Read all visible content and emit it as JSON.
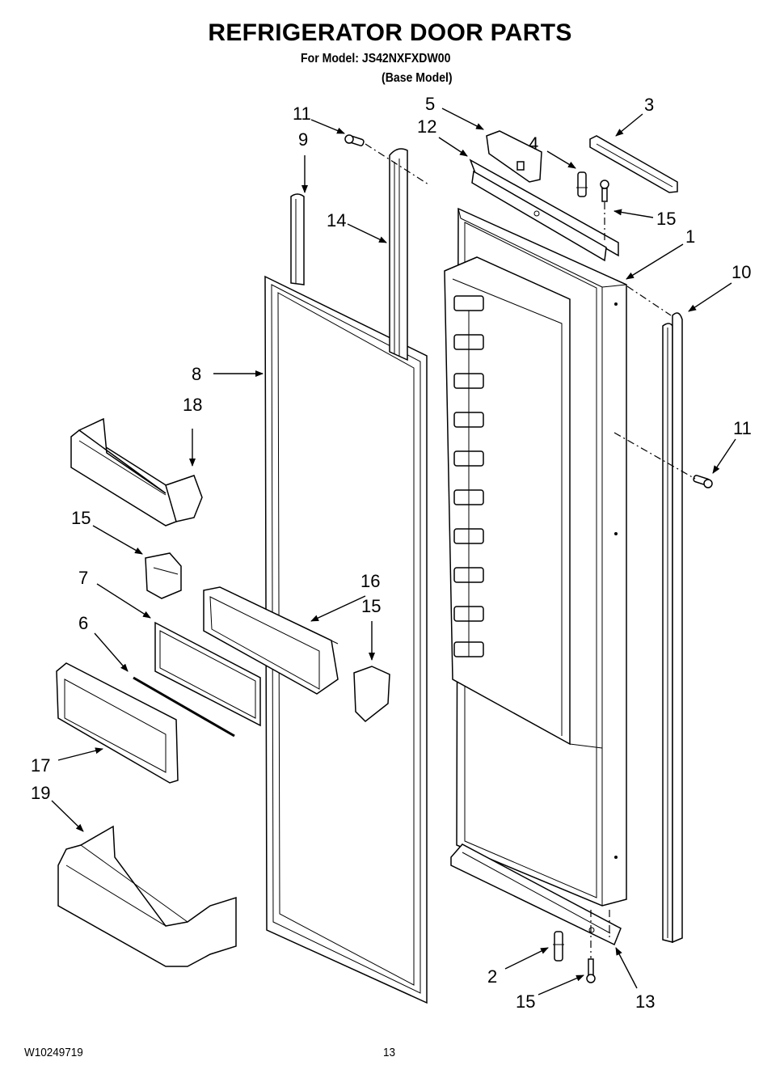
{
  "header": {
    "title": "REFRIGERATOR DOOR PARTS",
    "model_line": "For Model: JS42NXFXDW00",
    "model_note": "(Base Model)"
  },
  "footer": {
    "document_number": "W10249719",
    "page_number": "13"
  },
  "callouts": [
    {
      "id": "c1",
      "label": "1"
    },
    {
      "id": "c2",
      "label": "2"
    },
    {
      "id": "c3",
      "label": "3"
    },
    {
      "id": "c4",
      "label": "4"
    },
    {
      "id": "c5",
      "label": "5"
    },
    {
      "id": "c6",
      "label": "6"
    },
    {
      "id": "c7",
      "label": "7"
    },
    {
      "id": "c8",
      "label": "8"
    },
    {
      "id": "c9",
      "label": "9"
    },
    {
      "id": "c10",
      "label": "10"
    },
    {
      "id": "c11a",
      "label": "11"
    },
    {
      "id": "c11b",
      "label": "11"
    },
    {
      "id": "c12",
      "label": "12"
    },
    {
      "id": "c13",
      "label": "13"
    },
    {
      "id": "c14",
      "label": "14"
    },
    {
      "id": "c15a",
      "label": "15"
    },
    {
      "id": "c15b",
      "label": "15"
    },
    {
      "id": "c15c",
      "label": "15"
    },
    {
      "id": "c15d",
      "label": "15"
    },
    {
      "id": "c16",
      "label": "16"
    },
    {
      "id": "c17",
      "label": "17"
    },
    {
      "id": "c18",
      "label": "18"
    },
    {
      "id": "c19",
      "label": "19"
    }
  ]
}
